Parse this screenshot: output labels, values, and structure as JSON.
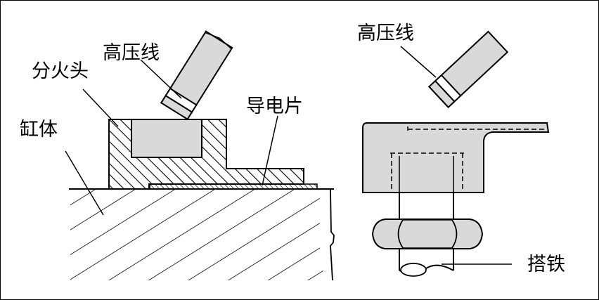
{
  "labels": {
    "high_voltage_wire_left": "高压线",
    "distributor_head": "分火头",
    "cylinder_body": "缸体",
    "conductive_strip": "导电片",
    "high_voltage_wire_right": "高压线",
    "ground_strap": "搭铁"
  },
  "colors": {
    "stroke": "#000000",
    "fill_gray": "#d9d9d9",
    "background": "#ffffff"
  }
}
